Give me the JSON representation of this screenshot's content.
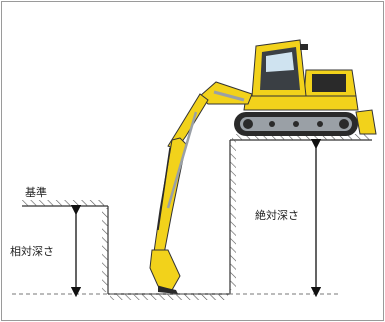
{
  "labels": {
    "reference": "基準",
    "relative_depth": "相対深さ",
    "absolute_depth": "絶対深さ"
  },
  "colors": {
    "frame": "#9a9a9a",
    "ground": "#333333",
    "hatch": "#555555",
    "arrow": "#111111",
    "dash": "#777777",
    "machine_yellow": "#f2d21b",
    "machine_dark": "#2a2a2a",
    "machine_gray": "#9aa0a6"
  },
  "icons": [
    "excavator-illustration",
    "double-arrow-icon"
  ]
}
